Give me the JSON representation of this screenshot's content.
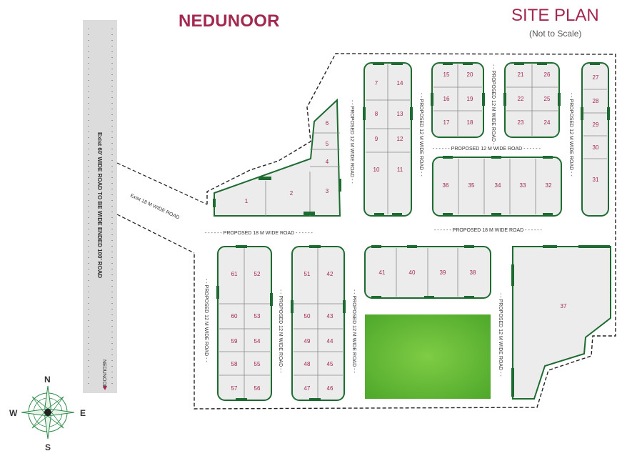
{
  "title": "NEDUNOOR",
  "site_plan": {
    "title": "SITE PLAN",
    "scale_note": "(Not to Scale)"
  },
  "main_road": {
    "label": "Exist 60' WIDE ROAD   TO BE WIDE ENDED 100' ROAD",
    "direction_label": "NEDUNOOR"
  },
  "roads": {
    "exist_18": "Exist 18 M WIDE ROAD",
    "proposed_18": "- - - - - - PROPOSED 18 M WIDE ROAD - - - - - -",
    "proposed_12": "- - - - - - PROPOSED 12 M WIDE ROAD - - - - - -",
    "proposed_12_v": "- - PROPOSED 12 M WIDE ROAD - -"
  },
  "plots": [
    "1",
    "2",
    "3",
    "4",
    "5",
    "6",
    "7",
    "8",
    "9",
    "10",
    "11",
    "12",
    "13",
    "14",
    "15",
    "16",
    "17",
    "18",
    "19",
    "20",
    "21",
    "22",
    "23",
    "24",
    "25",
    "26",
    "27",
    "28",
    "29",
    "30",
    "31",
    "32",
    "33",
    "34",
    "35",
    "36",
    "37",
    "38",
    "39",
    "40",
    "41",
    "42",
    "43",
    "44",
    "45",
    "46",
    "47",
    "48",
    "49",
    "50",
    "51",
    "52",
    "53",
    "54",
    "55",
    "56",
    "57",
    "58",
    "59",
    "60",
    "61"
  ],
  "compass": {
    "n": "N",
    "s": "S",
    "e": "E",
    "w": "W"
  },
  "colors": {
    "accent": "#a3284f",
    "plot_border": "#1e6b32",
    "plot_fill": "#ececec",
    "park": "#6fbf3a",
    "road_panel": "#dcdcdc"
  }
}
